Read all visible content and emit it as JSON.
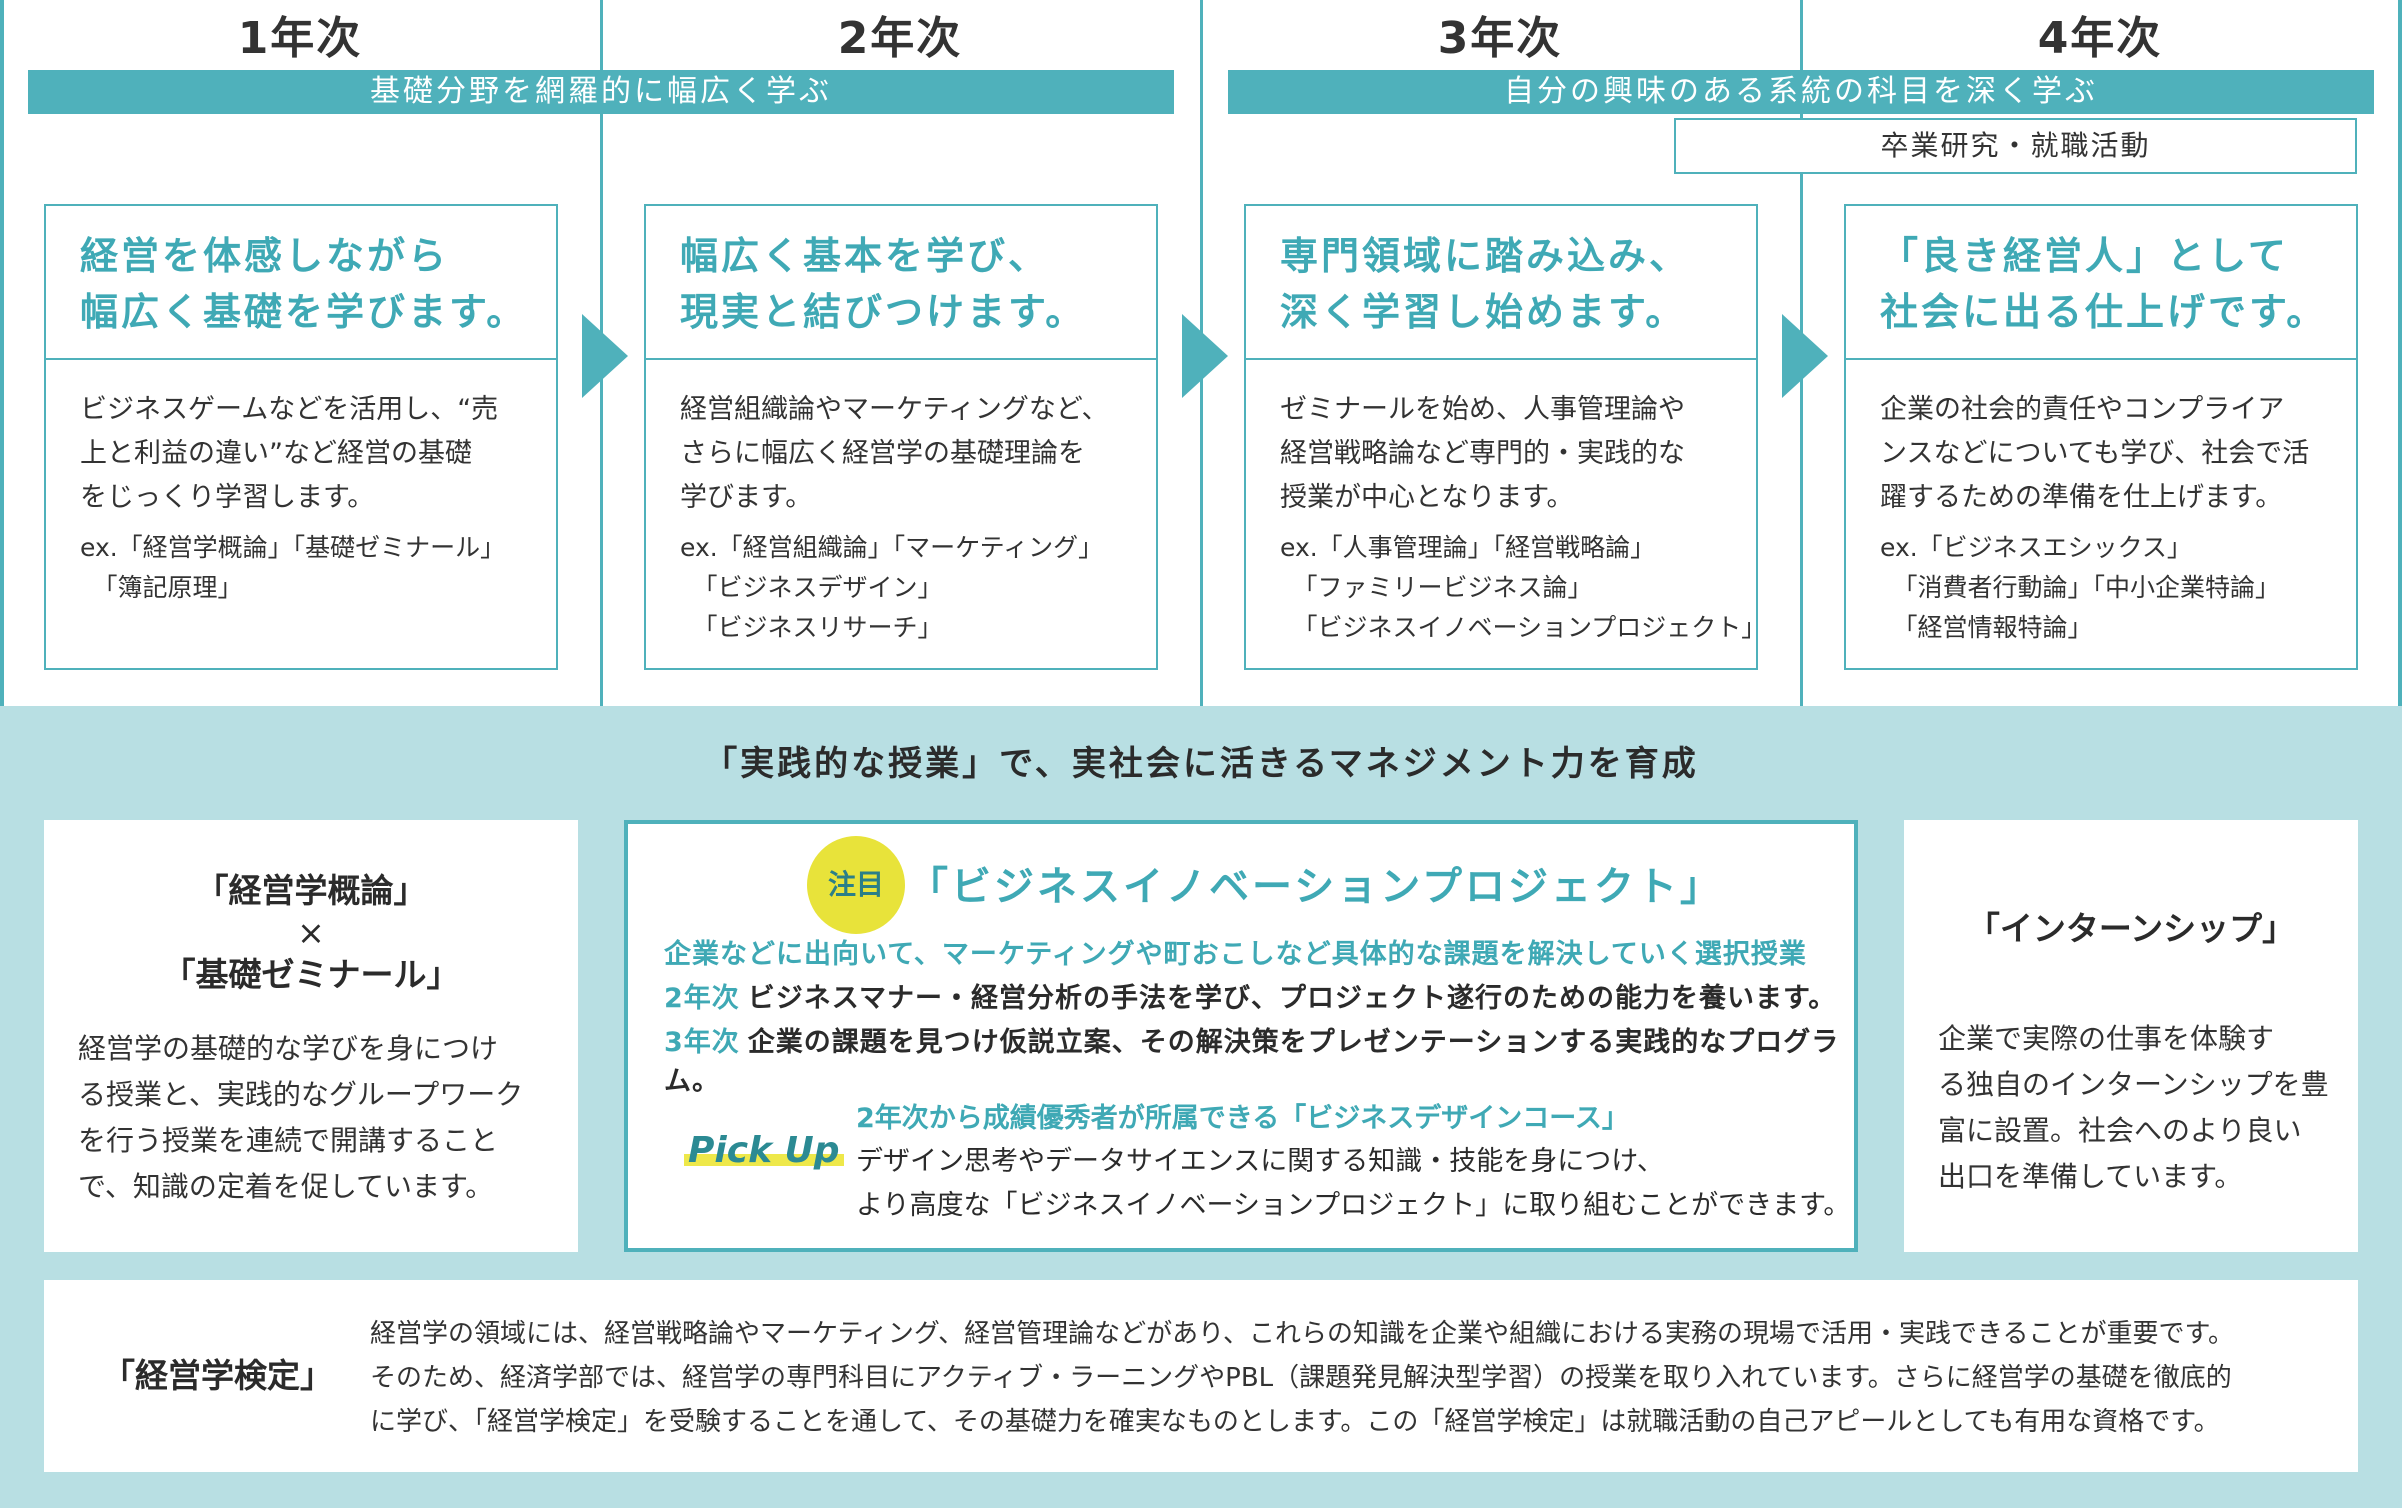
{
  "years": [
    "1年次",
    "2年次",
    "3年次",
    "4年次"
  ],
  "bands": {
    "left": "基礎分野を網羅的に幅広く学ぶ",
    "right": "自分の興味のある系統の科目を深く学ぶ",
    "sub": "卒業研究・就職活動"
  },
  "cards": [
    {
      "head": "経営を体感しながら\n幅広く基礎を学びます。",
      "body": "ビジネスゲームなどを活用し、“売\n上と利益の違い”など経営の基礎\nをじっくり学習します。",
      "ex": "ex.「経営学概論」「基礎ゼミナール」\n　「簿記原理」"
    },
    {
      "head": "幅広く基本を学び、\n現実と結びつけます。",
      "body": "経営組織論やマーケティングなど、\nさらに幅広く経営学の基礎理論を\n学びます。",
      "ex": "ex.「経営組織論」「マーケティング」\n　「ビジネスデザイン」\n　「ビジネスリサーチ」"
    },
    {
      "head": "専門領域に踏み込み、\n深く学習し始めます。",
      "body": "ゼミナールを始め、人事管理論や\n経営戦略論など専門的・実践的な\n授業が中心となります。",
      "ex": "ex.「人事管理論」「経営戦略論」\n　「ファミリービジネス論」\n　「ビジネスイノベーションプロジェクト」"
    },
    {
      "head": "「良き経営人」として\n社会に出る仕上げです。",
      "body": "企業の社会的責任やコンプライア\nンスなどについても学び、社会で活\n躍するための準備を仕上げます。",
      "ex": "ex.「ビジネスエシックス」\n　「消費者行動論」「中小企業特論」\n　「経営情報特論」"
    }
  ],
  "headline": "「実践的な授業」で、実社会に活きるマネジメント力を育成",
  "left_box": {
    "title1": "「経営学概論」",
    "times": "×",
    "title2": "「基礎ゼミナール」",
    "text": "経営学の基礎的な学びを身につけ\nる授業と、実践的なグループワーク\nを行う授業を連続で開講すること\nで、知識の定着を促しています。"
  },
  "center_box": {
    "badge": "注目",
    "title": "「ビジネスイノベーションプロジェクト」",
    "lead": "企業などに出向いて、マーケティングや町おこしなど具体的な課題を解決していく選択授業",
    "y2_tag": "2年次",
    "y2_text": "ビジネスマナー・経営分析の手法を学び、プロジェクト遂行のための能力を養います。",
    "y3_tag": "3年次",
    "y3_text": "企業の課題を見つけ仮説立案、その解決策をプレゼンテーションする実践的なプログラム。",
    "pickup": "Pick Up",
    "pick_head": "2年次から成績優秀者が所属できる「ビジネスデザインコース」",
    "pick_body": "デザイン思考やデータサイエンスに関する知識・技能を身につけ、\nより高度な「ビジネスイノベーションプロジェクト」に取り組むことができます。"
  },
  "right_box": {
    "title": "「インターンシップ」",
    "text": "企業で実際の仕事を体験す\nる独自のインターンシップを豊\n富に設置。社会へのより良い\n出口を準備しています。"
  },
  "bottom": {
    "label": "「経営学検定」",
    "text": "経営学の領域には、経営戦略論やマーケティング、経営管理論などがあり、これらの知識を企業や組織における実務の現場で活用・実践できることが重要です。\nそのため、経済学部では、経営学の専門科目にアクティブ・ラーニングやPBL（課題発見解決型学習）の授業を取り入れています。さらに経営学の基礎を徹底的\nに学び、「経営学検定」を受験することを通して、その基礎力を確実なものとします。この「経営学検定」は就職活動の自己アピールとしても有用な資格です。"
  }
}
